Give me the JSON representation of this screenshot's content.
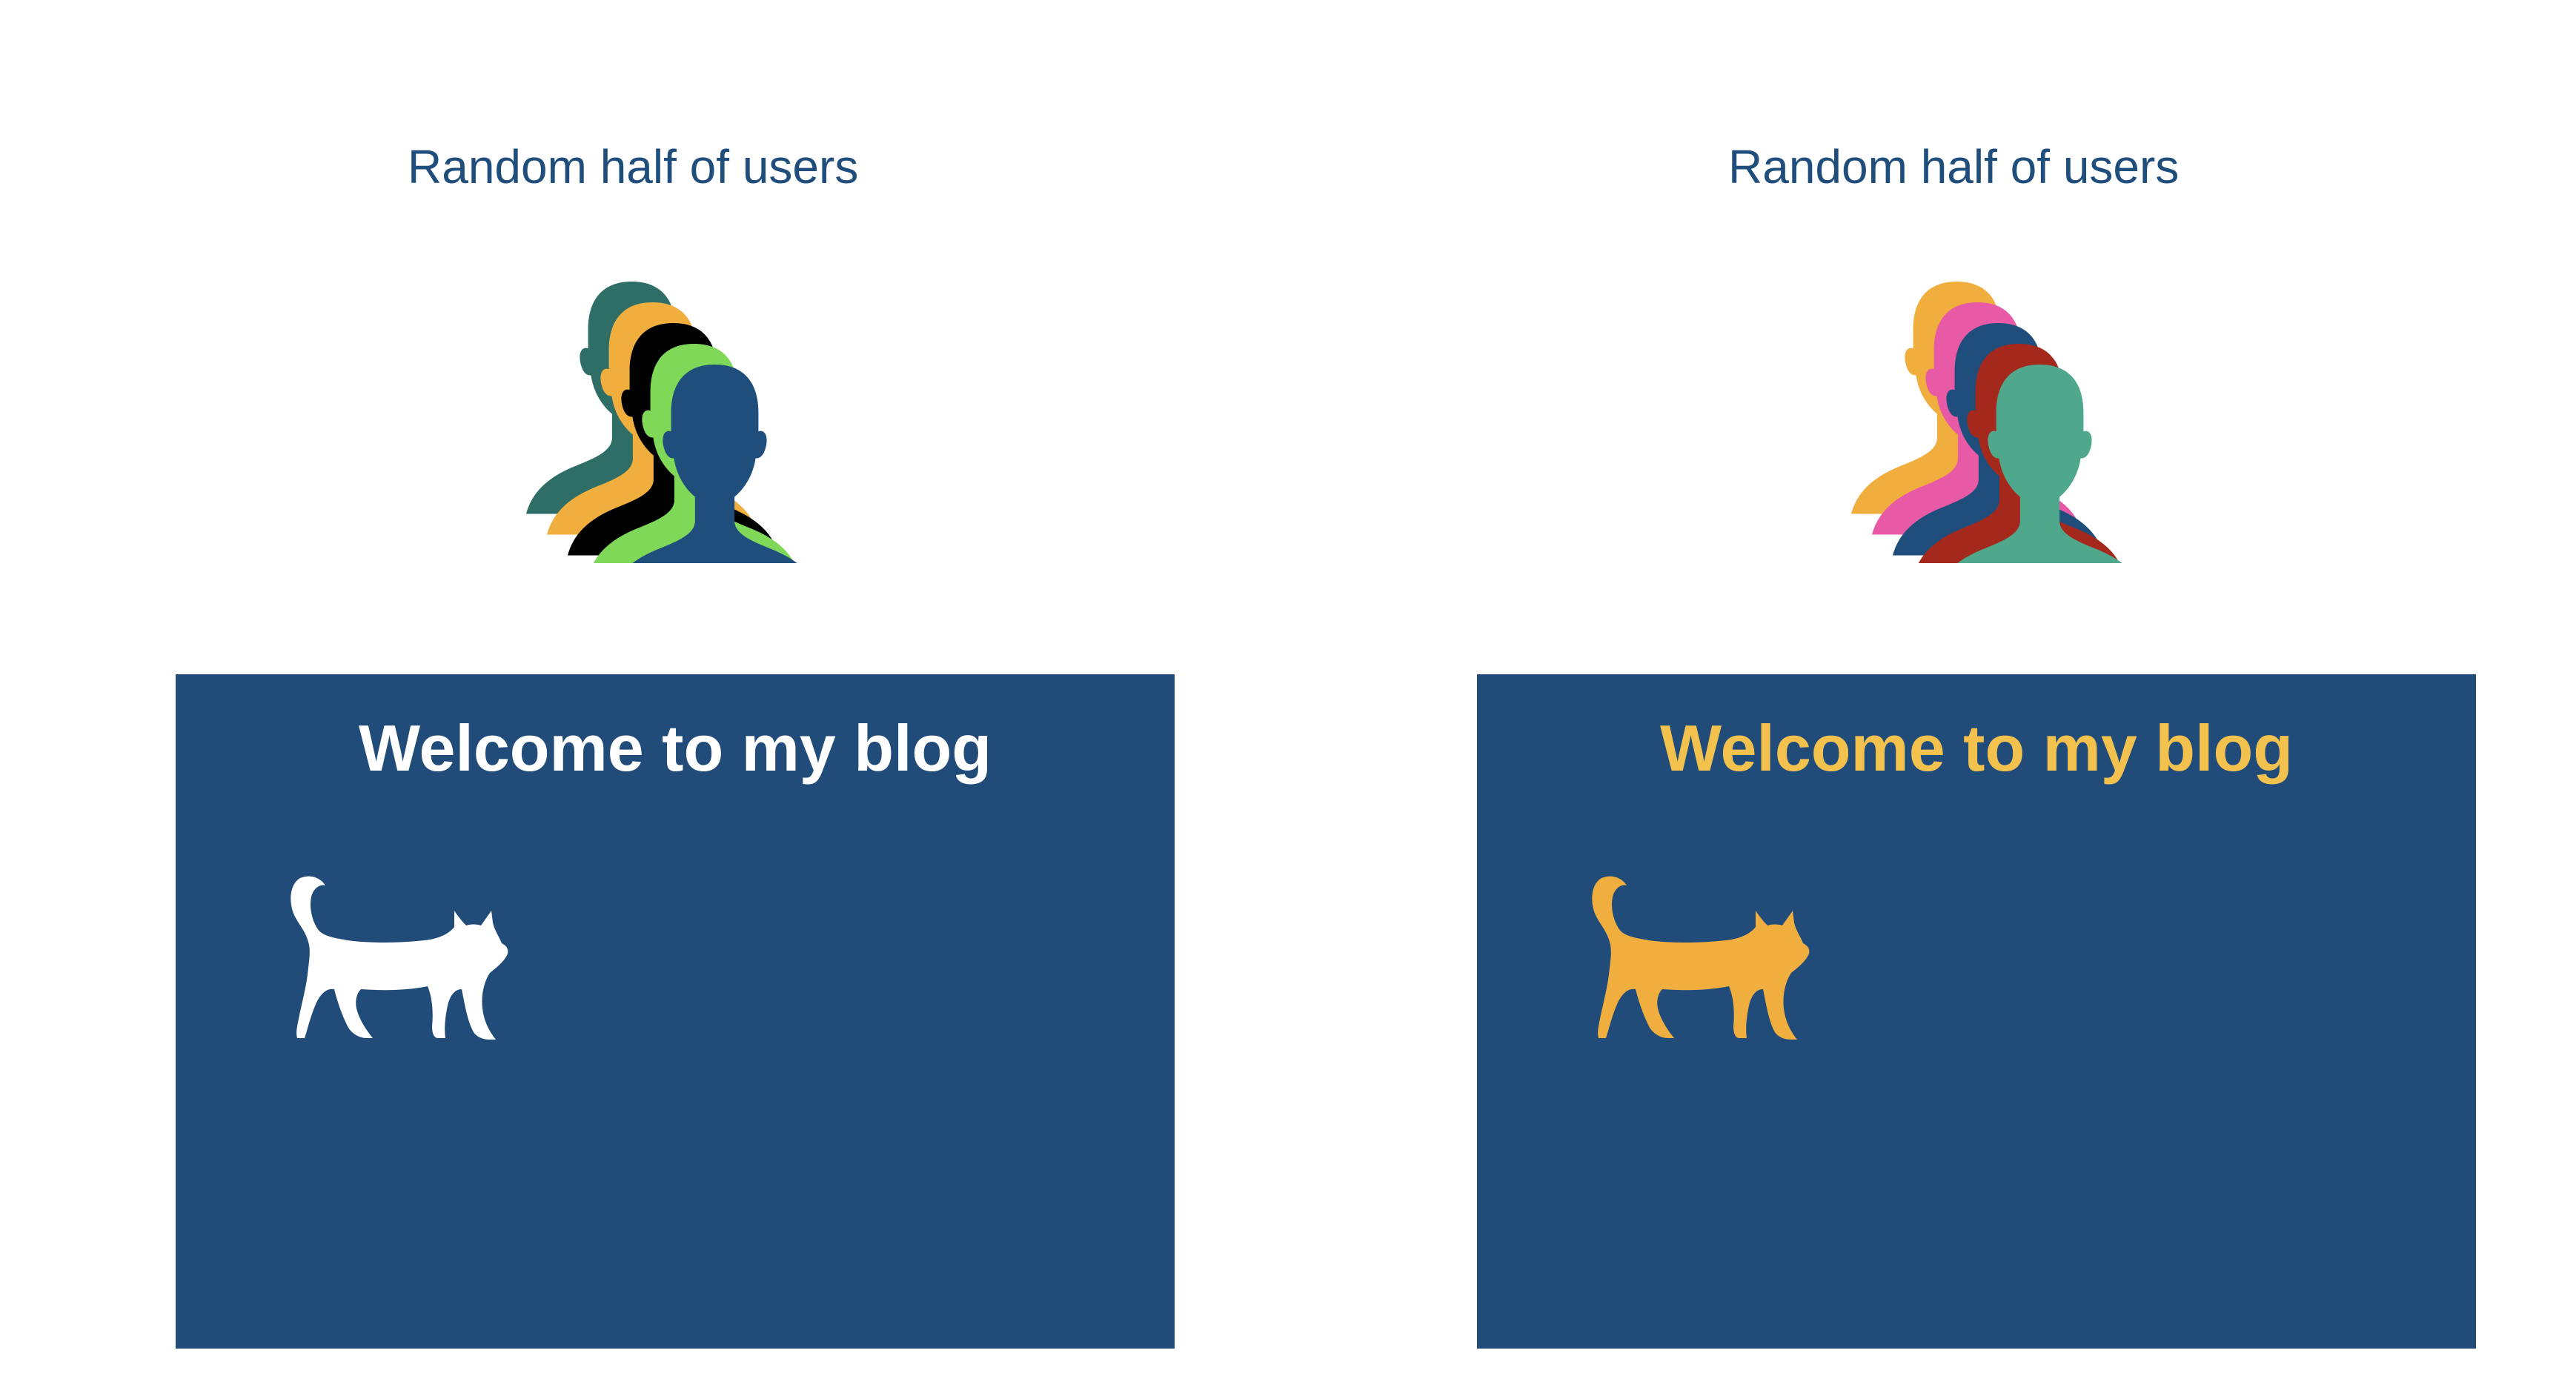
{
  "variants": [
    {
      "id": "a",
      "group_label": "Random half of users",
      "label_color": "#1f4e7c",
      "user_icon_colors": [
        "#2e6e67",
        "#f0ae3f",
        "#000000",
        "#7fd858",
        "#1f4e7c"
      ],
      "blog": {
        "title": "Welcome to my blog",
        "background": "#214c7a",
        "title_color": "#ffffff",
        "cat_icon": "cat-icon",
        "cat_color": "#ffffff"
      }
    },
    {
      "id": "b",
      "group_label": "Random half of users",
      "label_color": "#1f4e7c",
      "user_icon_colors": [
        "#f0ae3f",
        "#e85aa5",
        "#1f4e7c",
        "#a5281c",
        "#4fa88c"
      ],
      "blog": {
        "title": "Welcome to my blog",
        "background": "#214c7a",
        "title_color": "#f2c14e",
        "cat_icon": "cat-icon",
        "cat_color": "#f0ae3f"
      }
    }
  ]
}
